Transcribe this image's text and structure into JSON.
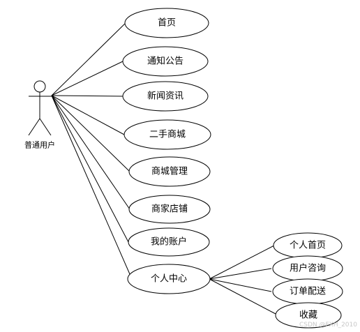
{
  "actor": {
    "label": "普通用户"
  },
  "use_cases": {
    "home": "首页",
    "notice": "通知公告",
    "news": "新闻资讯",
    "second_hand": "二手商城",
    "mall_manage": "商城管理",
    "merchant_store": "商家店铺",
    "my_account": "我的账户",
    "personal_center": "个人中心"
  },
  "sub_use_cases": {
    "personal_home": "个人首页",
    "user_consult": "用户咨询",
    "order_delivery": "订单配送",
    "favorites": "收藏"
  },
  "watermark": "CSDN @FXH_2010"
}
